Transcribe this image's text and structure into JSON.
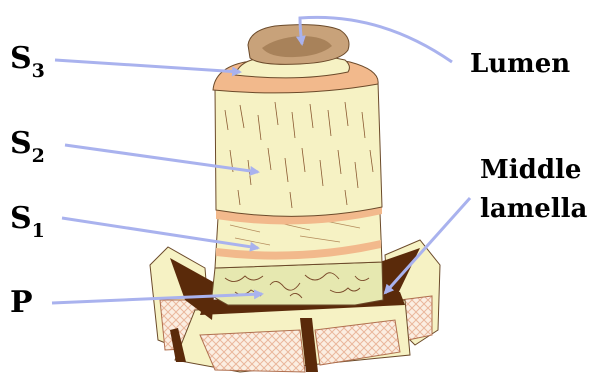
{
  "labels": {
    "s3": {
      "main": "S",
      "sub": "3"
    },
    "s2": {
      "main": "S",
      "sub": "2"
    },
    "s1": {
      "main": "S",
      "sub": "1"
    },
    "p": "P",
    "lumen": "Lumen",
    "middle_lamella": {
      "line1": "Middle",
      "line2": "lamella"
    }
  },
  "colors": {
    "cell_wall": "#f6f2c4",
    "wall_edge": "#f2b98c",
    "lumen": "#c8a27a",
    "middle_lamella": "#5a2a0a",
    "arrow": "#a9b2ee"
  }
}
